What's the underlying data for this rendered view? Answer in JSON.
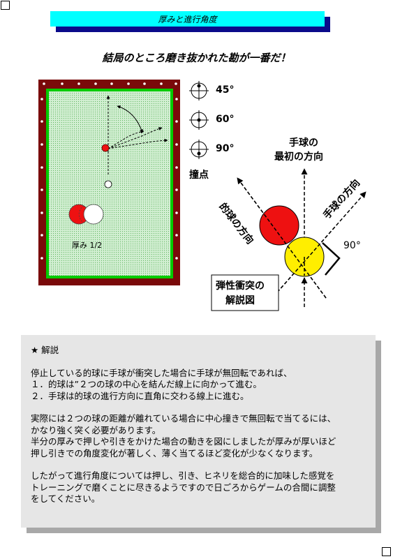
{
  "title": "厚みと進行角度",
  "headline": "結局のところ磨き抜かれた勘が一番だ！",
  "table": {
    "thickness_label": "厚み 1/2"
  },
  "contact_points": {
    "angles": [
      "45°",
      "60°",
      "90°"
    ],
    "label": "撞点"
  },
  "collision_diagram": {
    "cue_initial_direction": [
      "手球の",
      "最初の方向"
    ],
    "object_ball_direction": "的球の方向",
    "cue_ball_direction": "手球の方向",
    "right_angle": "90°",
    "caption": [
      "弾性衝突の",
      "解説図"
    ]
  },
  "explanation": {
    "heading": "★ 解説",
    "paragraphs": [
      [
        "停止している的球に手球が衝突した場合に手球が無回転であれば、",
        "１．的球は”２つの球の中心を結んだ線上に向かって進む。",
        "２．手球は的球の進行方向に直角に交わる線上に進む。"
      ],
      [
        "実際には２つの球の距離が離れている場合に中心撞きで無回転で当てるには、",
        "かなり強く突く必要があります。",
        "半分の厚みで押しや引きをかけた場合の動きを図にしましたが厚みが厚いほど",
        "押し引きでの角度変化が著しく、薄く当てるほど変化が少なくなります。"
      ],
      [
        "したがって進行角度については押し、引き、ヒネリを総合的に加味した感覚を",
        "トレーニングで磨くことに尽きるようですので日ごろからゲームの合間に調整",
        "をしてください。"
      ]
    ]
  },
  "colors": {
    "title_bar": "#00ffff",
    "title_shadow": "#0a0a8a",
    "table_rail": "#7a0a0a",
    "table_cushion": "#00cc00",
    "table_cloth": "#bfe8bf",
    "red_ball": "#ee1111",
    "yellow_ball": "#ffee00",
    "panel_bg": "#e6e6e6",
    "panel_shadow": "#a8a8a8"
  }
}
